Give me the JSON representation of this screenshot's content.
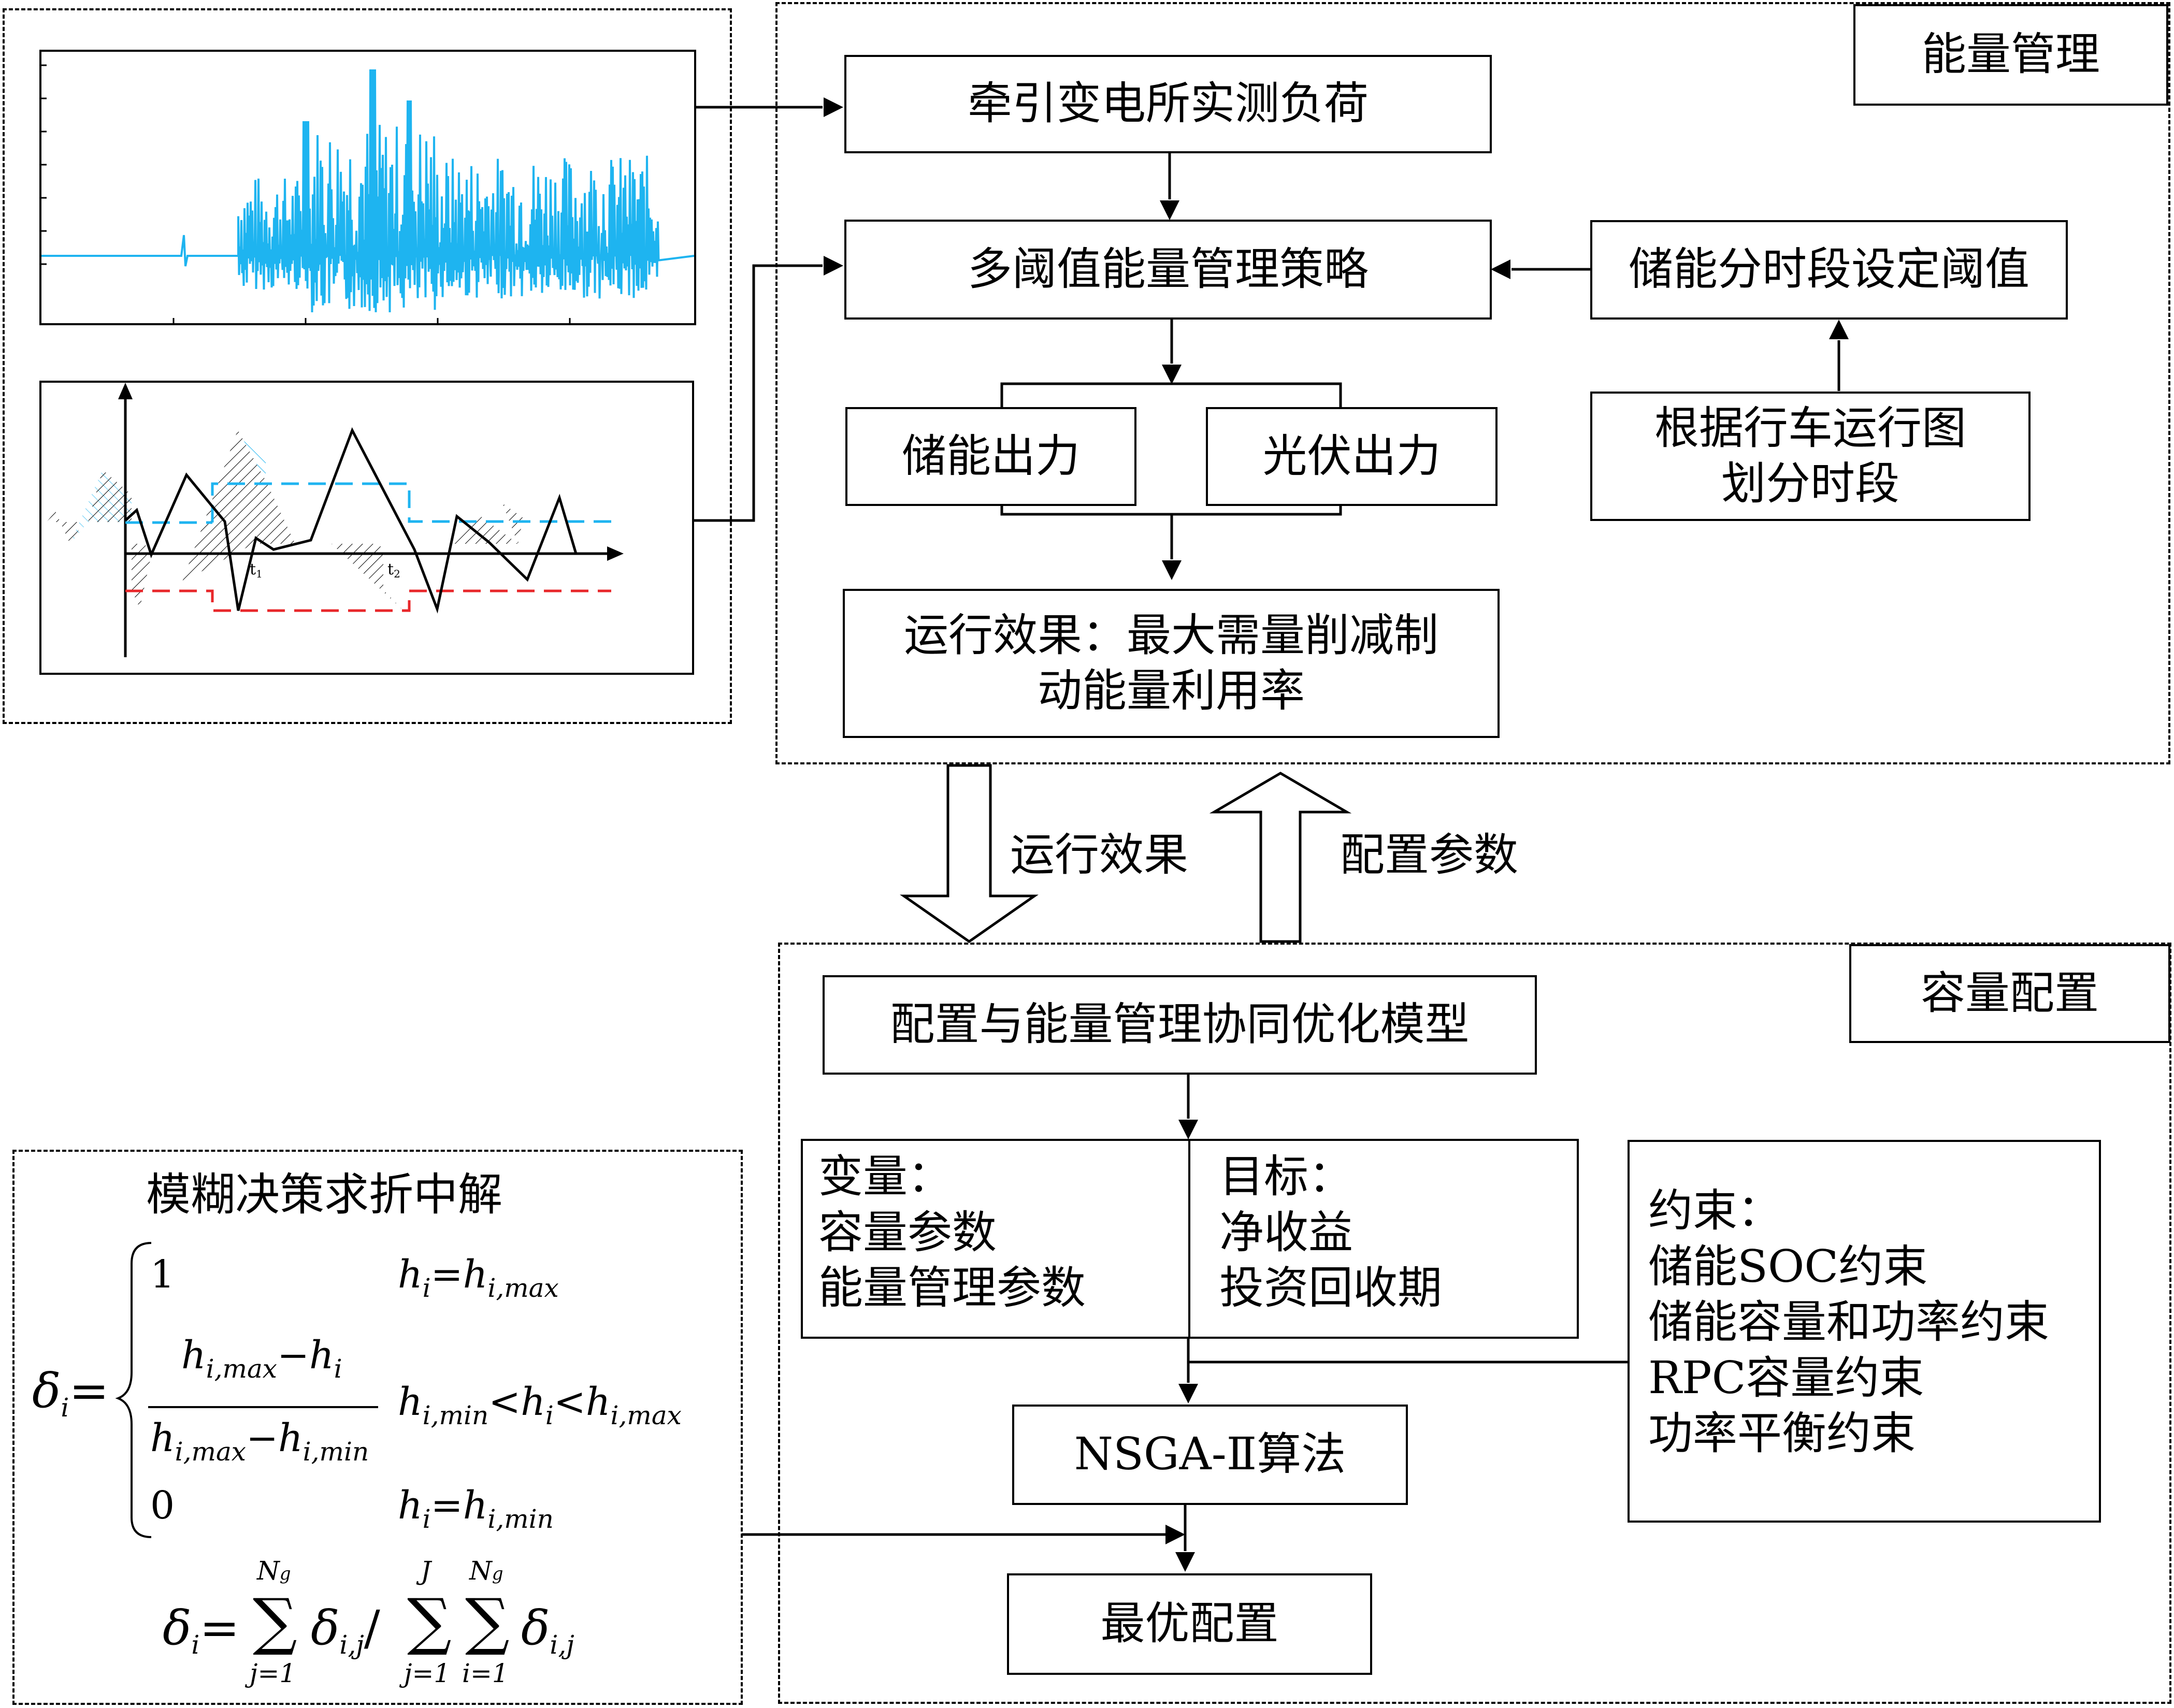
{
  "energy_section": {
    "title": "能量管理",
    "measured_load": "牵引变电所实测负荷",
    "strategy": "多阈值能量管理策略",
    "storage_threshold": "储能分时段设定阈值",
    "storage_output": "储能出力",
    "pv_output": "光伏出力",
    "timetable": "根据行车运行图\n划分时段",
    "result": "运行效果：最大需量削减制\n动能量利用率"
  },
  "exchange": {
    "run_effect": "运行效果",
    "config_params": "配置参数"
  },
  "capacity_section": {
    "title": "容量配置",
    "model": "配置与能量管理协同优化模型",
    "variables": "变量：\n容量参数\n能量管理参数",
    "objectives": "目标：\n净收益\n投资回收期",
    "constraints": "约束：\n储能SOC约束\n储能容量和功率约束\nRPC容量约束\n功率平衡约束",
    "algorithm": "NSGA-Ⅱ算法",
    "optimal": "最优配置"
  },
  "fuzzy_section": {
    "title": "模糊决策求折中解",
    "formula": {
      "delta": "δ",
      "i": "i",
      "eq": "=",
      "one": "1",
      "zero": "0",
      "h": "h",
      "imax": "i,max",
      "imin": "i,min",
      "ij": "i,j",
      "minus": "−",
      "lt": "<",
      "slash": "/",
      "sum": "∑",
      "Ng": "N",
      "g": "g",
      "J": "J",
      "j1": "j=1",
      "i1": "i=1"
    }
  },
  "plot_labels": {
    "t1": "t",
    "t2": "t",
    "sub1": "1",
    "sub2": "2"
  },
  "colors": {
    "load_signal": "#1EB4F0",
    "charge_line": "#1EB4F0",
    "discharge_line": "#E8272A",
    "line": "#000000"
  }
}
